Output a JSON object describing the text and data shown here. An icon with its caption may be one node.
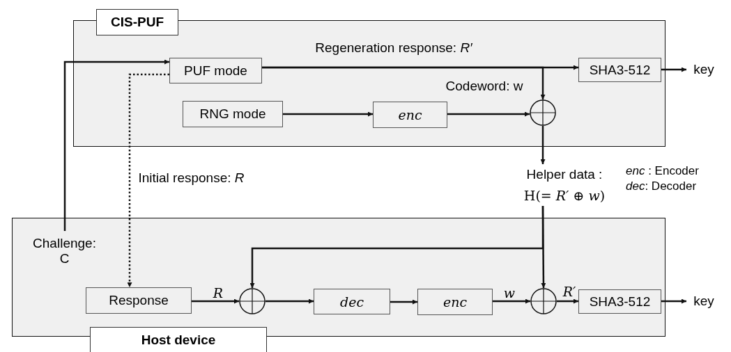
{
  "diagram": {
    "nodes": [
      {
        "text": [
          "CIS-PUF"
        ]
      },
      {
        "text": [
          "PUF mode"
        ],
        "in": 0
      },
      {
        "text": [
          "RNG mode"
        ],
        "in": 0
      },
      {
        "text": [
          "enc"
        ],
        "in": 0
      },
      {
        "text": [],
        "shape": "circle",
        "in": 0
      },
      {
        "text": [
          "SHA3-512"
        ],
        "in": 0
      },
      {
        "text": [
          "key"
        ]
      },
      {
        "text": [
          "Helper data :",
          "H(= *R′* ⊕ *w*)"
        ]
      },
      {
        "text": [
          "Host device"
        ]
      },
      {
        "text": [
          "Challenge: C"
        ],
        "in": 8
      },
      {
        "text": [
          "Response"
        ],
        "in": 8
      },
      {
        "text": [],
        "shape": "circle",
        "in": 8
      },
      {
        "text": [
          "dec"
        ],
        "in": 8
      },
      {
        "text": [
          "enc"
        ],
        "in": 8
      },
      {
        "text": [],
        "shape": "circle",
        "in": 8
      },
      {
        "text": [
          "SHA3-512"
        ],
        "in": 8
      },
      {
        "text": [
          "key"
        ]
      }
    ],
    "edges": [
      {
        "from": 9,
        "to": 1,
        "arrow": "to"
      },
      {
        "from": 1,
        "to": 5,
        "arrow": "to",
        "label": "Regeneration response: *R′*"
      },
      {
        "from": 1,
        "to": 4,
        "arrow": "to"
      },
      {
        "from": 1,
        "to": 10,
        "arrow": "to",
        "style": "dashed",
        "label": "Initial response: *R*"
      },
      {
        "from": 2,
        "to": 3,
        "arrow": "to"
      },
      {
        "from": 3,
        "to": 4,
        "arrow": "to",
        "label": "Codeword: w"
      },
      {
        "from": 5,
        "to": 6,
        "arrow": "to"
      },
      {
        "from": 4,
        "to": 7,
        "arrow": "to"
      },
      {
        "from": 7,
        "to": 14,
        "arrow": "to"
      },
      {
        "from": 7,
        "to": 11,
        "arrow": "to"
      },
      {
        "from": 10,
        "to": 11,
        "arrow": "to",
        "label": "R"
      },
      {
        "from": 11,
        "to": 12,
        "arrow": "to"
      },
      {
        "from": 12,
        "to": 13,
        "arrow": "to"
      },
      {
        "from": 13,
        "to": 14,
        "arrow": "to",
        "label": "w"
      },
      {
        "from": 14,
        "to": 15,
        "arrow": "to",
        "label": "R′"
      },
      {
        "from": 15,
        "to": 16,
        "arrow": "to"
      }
    ],
    "labels": [
      "*enc* : Encoder",
      "*dec*: Decoder"
    ]
  }
}
